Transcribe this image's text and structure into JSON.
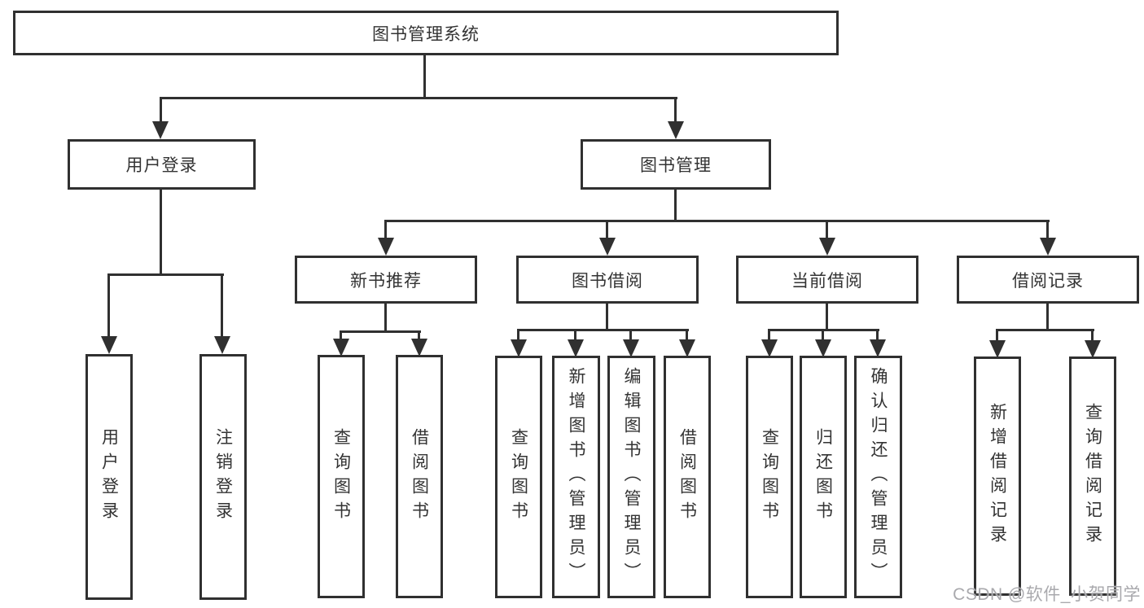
{
  "colors": {
    "line": "#303030",
    "text": "#333333",
    "watermark": "#a9a9ad",
    "background": "#ffffff"
  },
  "tree": {
    "root": {
      "label": "图书管理系统"
    },
    "branches": [
      {
        "label": "用户登录",
        "children": [
          {
            "label": "用户登录"
          },
          {
            "label": "注销登录"
          }
        ]
      },
      {
        "label": "图书管理",
        "children": [
          {
            "label": "新书推荐",
            "children": [
              {
                "label": "查询图书"
              },
              {
                "label": "借阅图书"
              }
            ]
          },
          {
            "label": "图书借阅",
            "children": [
              {
                "label": "查询图书"
              },
              {
                "label": "新增图书（管理员）"
              },
              {
                "label": "编辑图书（管理员）"
              },
              {
                "label": "借阅图书"
              }
            ]
          },
          {
            "label": "当前借阅",
            "children": [
              {
                "label": "查询图书"
              },
              {
                "label": "归还图书"
              },
              {
                "label": "确认归还（管理员）"
              }
            ]
          },
          {
            "label": "借阅记录",
            "children": [
              {
                "label": "新增借阅记录"
              },
              {
                "label": "查询借阅记录"
              }
            ]
          }
        ]
      }
    ]
  },
  "watermark": {
    "text": "CSDN @软件_小贺同学"
  }
}
